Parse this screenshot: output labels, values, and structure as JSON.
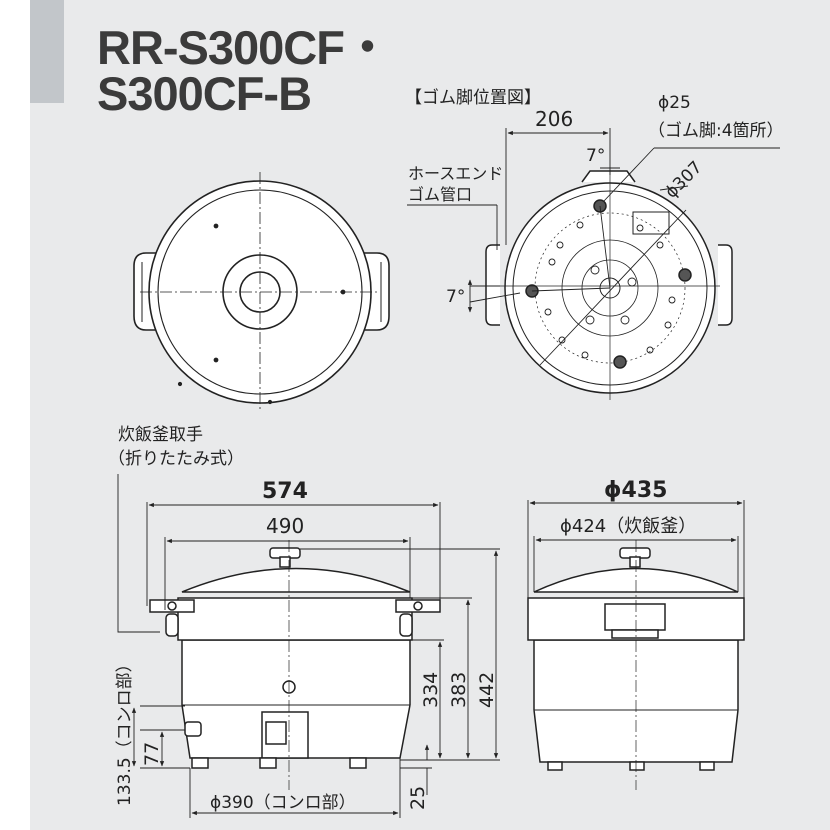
{
  "title": {
    "line1": "RR-S300CF・",
    "line2": "S300CF-B"
  },
  "top_right_view": {
    "caption": "【ゴム脚位置図】",
    "dim_206": "206",
    "dim_phi25": "ϕ25",
    "phi25_note": "（ゴム脚:4箇所）",
    "angle_top": "7°",
    "angle_left": "7°",
    "dim_phi307": "ϕ307",
    "hose_label_line1": "ホースエンド",
    "hose_label_line2": "ゴム管口"
  },
  "front_view": {
    "handle_label_line1": "炊飯釜取手",
    "handle_label_line2": "（折りたたみ式）",
    "dim_574": "574",
    "dim_490": "490",
    "dim_334": "334",
    "dim_383": "383",
    "dim_442": "442",
    "dim_77": "77",
    "dim_1335": "133.5（コンロ部）",
    "dim_25": "25",
    "dim_phi390": "ϕ390（コンロ部）"
  },
  "side_view": {
    "dim_phi435": "ϕ435",
    "dim_phi424": "ϕ424（炊飯釜）"
  },
  "colors": {
    "panel": "#e9eaeb",
    "accent": "#c2c6ca",
    "title": "#3b3b3b",
    "line": "#222222",
    "body_fill": "#ffffff"
  }
}
